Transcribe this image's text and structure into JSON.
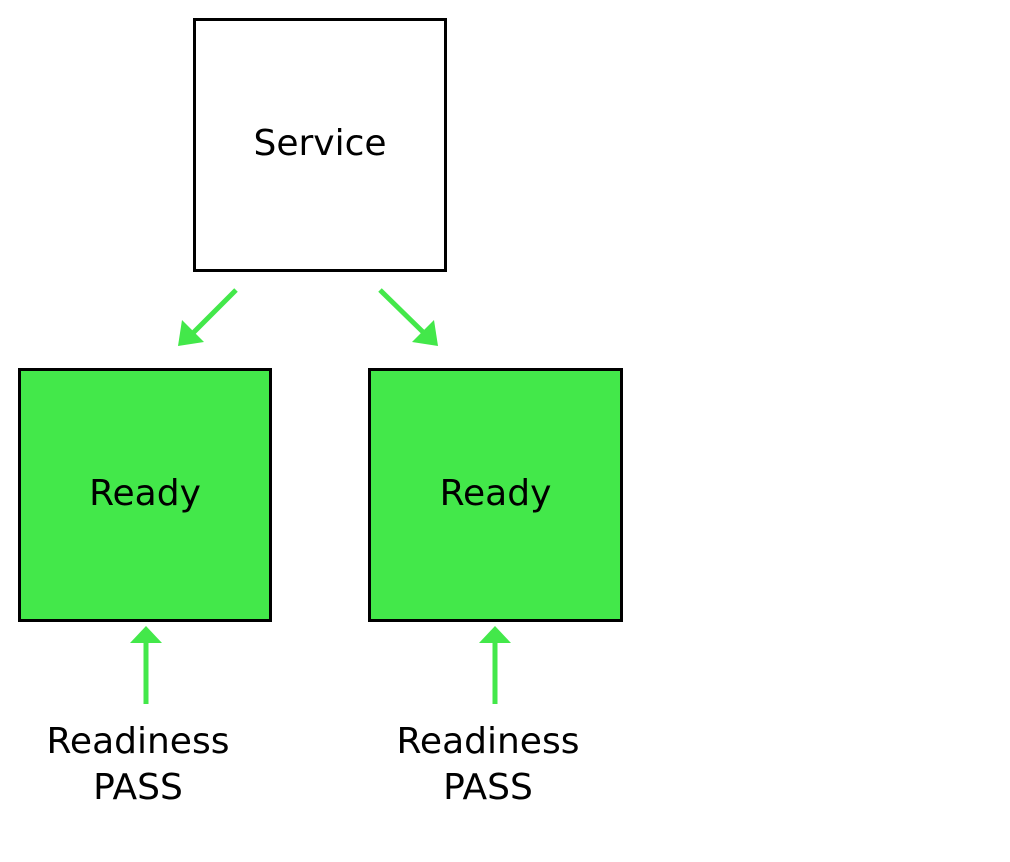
{
  "service": {
    "label": "Service"
  },
  "pods": [
    {
      "label": "Ready",
      "probe_line1": "Readiness",
      "probe_line2": "PASS"
    },
    {
      "label": "Ready",
      "probe_line1": "Readiness",
      "probe_line2": "PASS"
    }
  ],
  "colors": {
    "ready_fill": "#43E84A",
    "arrow": "#43E84A",
    "border": "#000000",
    "service_fill": "#FFFFFF"
  }
}
